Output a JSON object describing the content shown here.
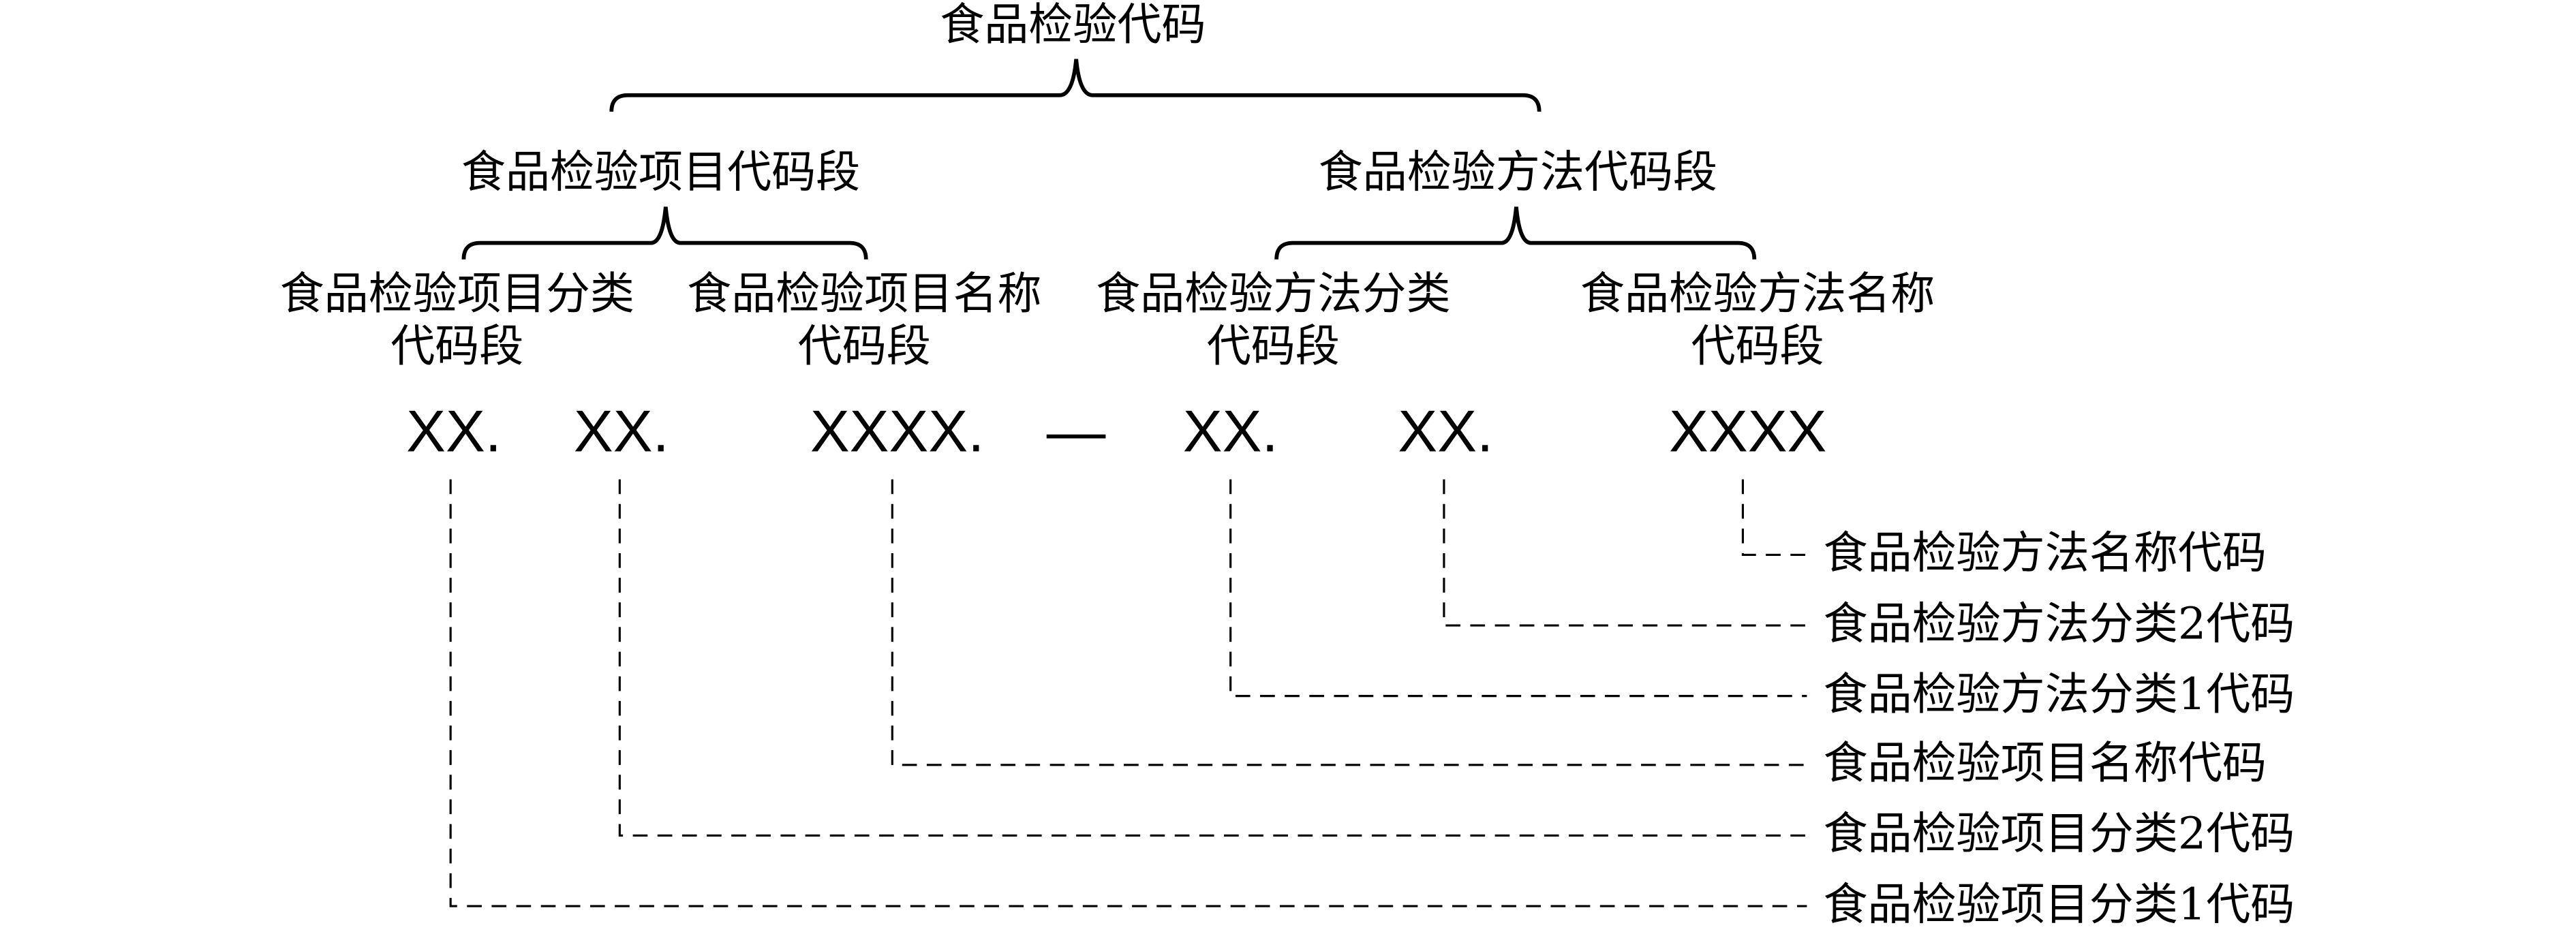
{
  "diagram": {
    "root": {
      "label": "食品检验代码"
    },
    "segments": [
      {
        "label": "食品检验项目代码段"
      },
      {
        "label": "食品检验方法代码段"
      }
    ],
    "subsegments": [
      {
        "line1": "食品检验项目分类",
        "line2": "代码段"
      },
      {
        "line1": "食品检验项目名称",
        "line2": "代码段"
      },
      {
        "line1": "食品检验方法分类",
        "line2": "代码段"
      },
      {
        "line1": "食品检验方法名称",
        "line2": "代码段"
      }
    ],
    "codes": [
      "XX.",
      "XX.",
      "XXXX.",
      "—",
      "XX.",
      "XX.",
      "XXXX"
    ],
    "legend": [
      "食品检验方法名称代码",
      "食品检验方法分类2代码",
      "食品检验方法分类1代码",
      "食品检验项目名称代码",
      "食品检验项目分类2代码",
      "食品检验项目分类1代码"
    ]
  }
}
